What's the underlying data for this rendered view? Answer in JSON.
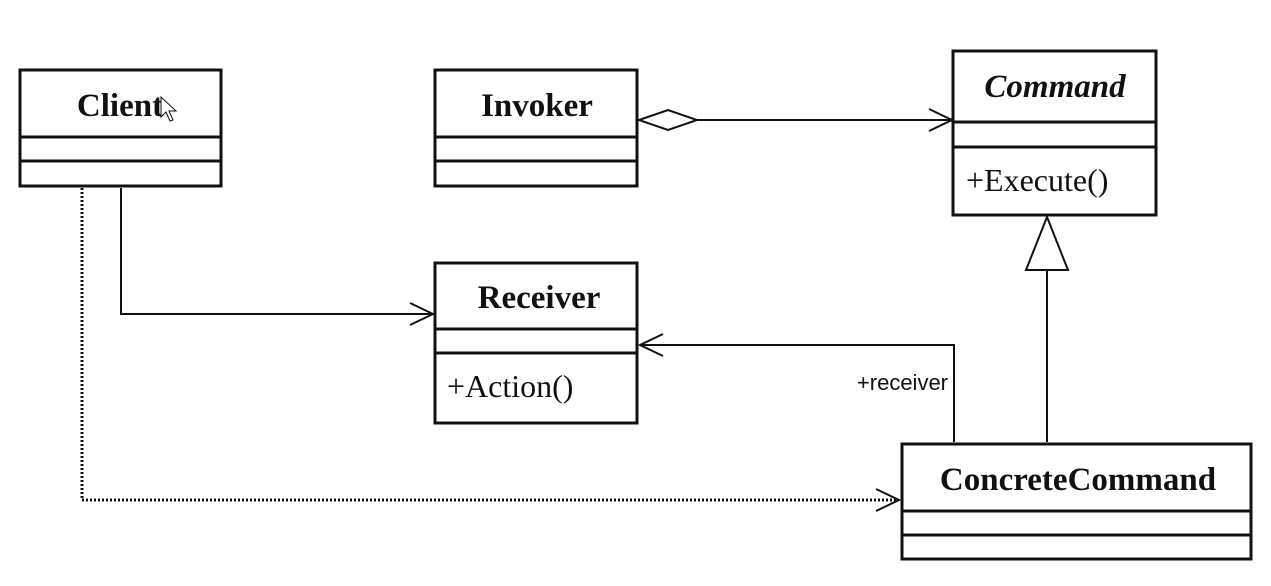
{
  "diagram": {
    "classes": {
      "client": {
        "name": "Client",
        "members": []
      },
      "invoker": {
        "name": "Invoker",
        "members": []
      },
      "command": {
        "name": "Command",
        "members": [
          "+Execute()"
        ],
        "abstract": true
      },
      "receiver": {
        "name": "Receiver",
        "members": [
          "+Action()"
        ]
      },
      "concrete_command": {
        "name": "ConcreteCommand",
        "members": []
      }
    },
    "relations": {
      "receiver_role": "+receiver"
    },
    "colors": {
      "line": "#111111",
      "fill": "#ffffff"
    },
    "icons": {
      "cursor": "mouse-pointer-icon"
    }
  }
}
